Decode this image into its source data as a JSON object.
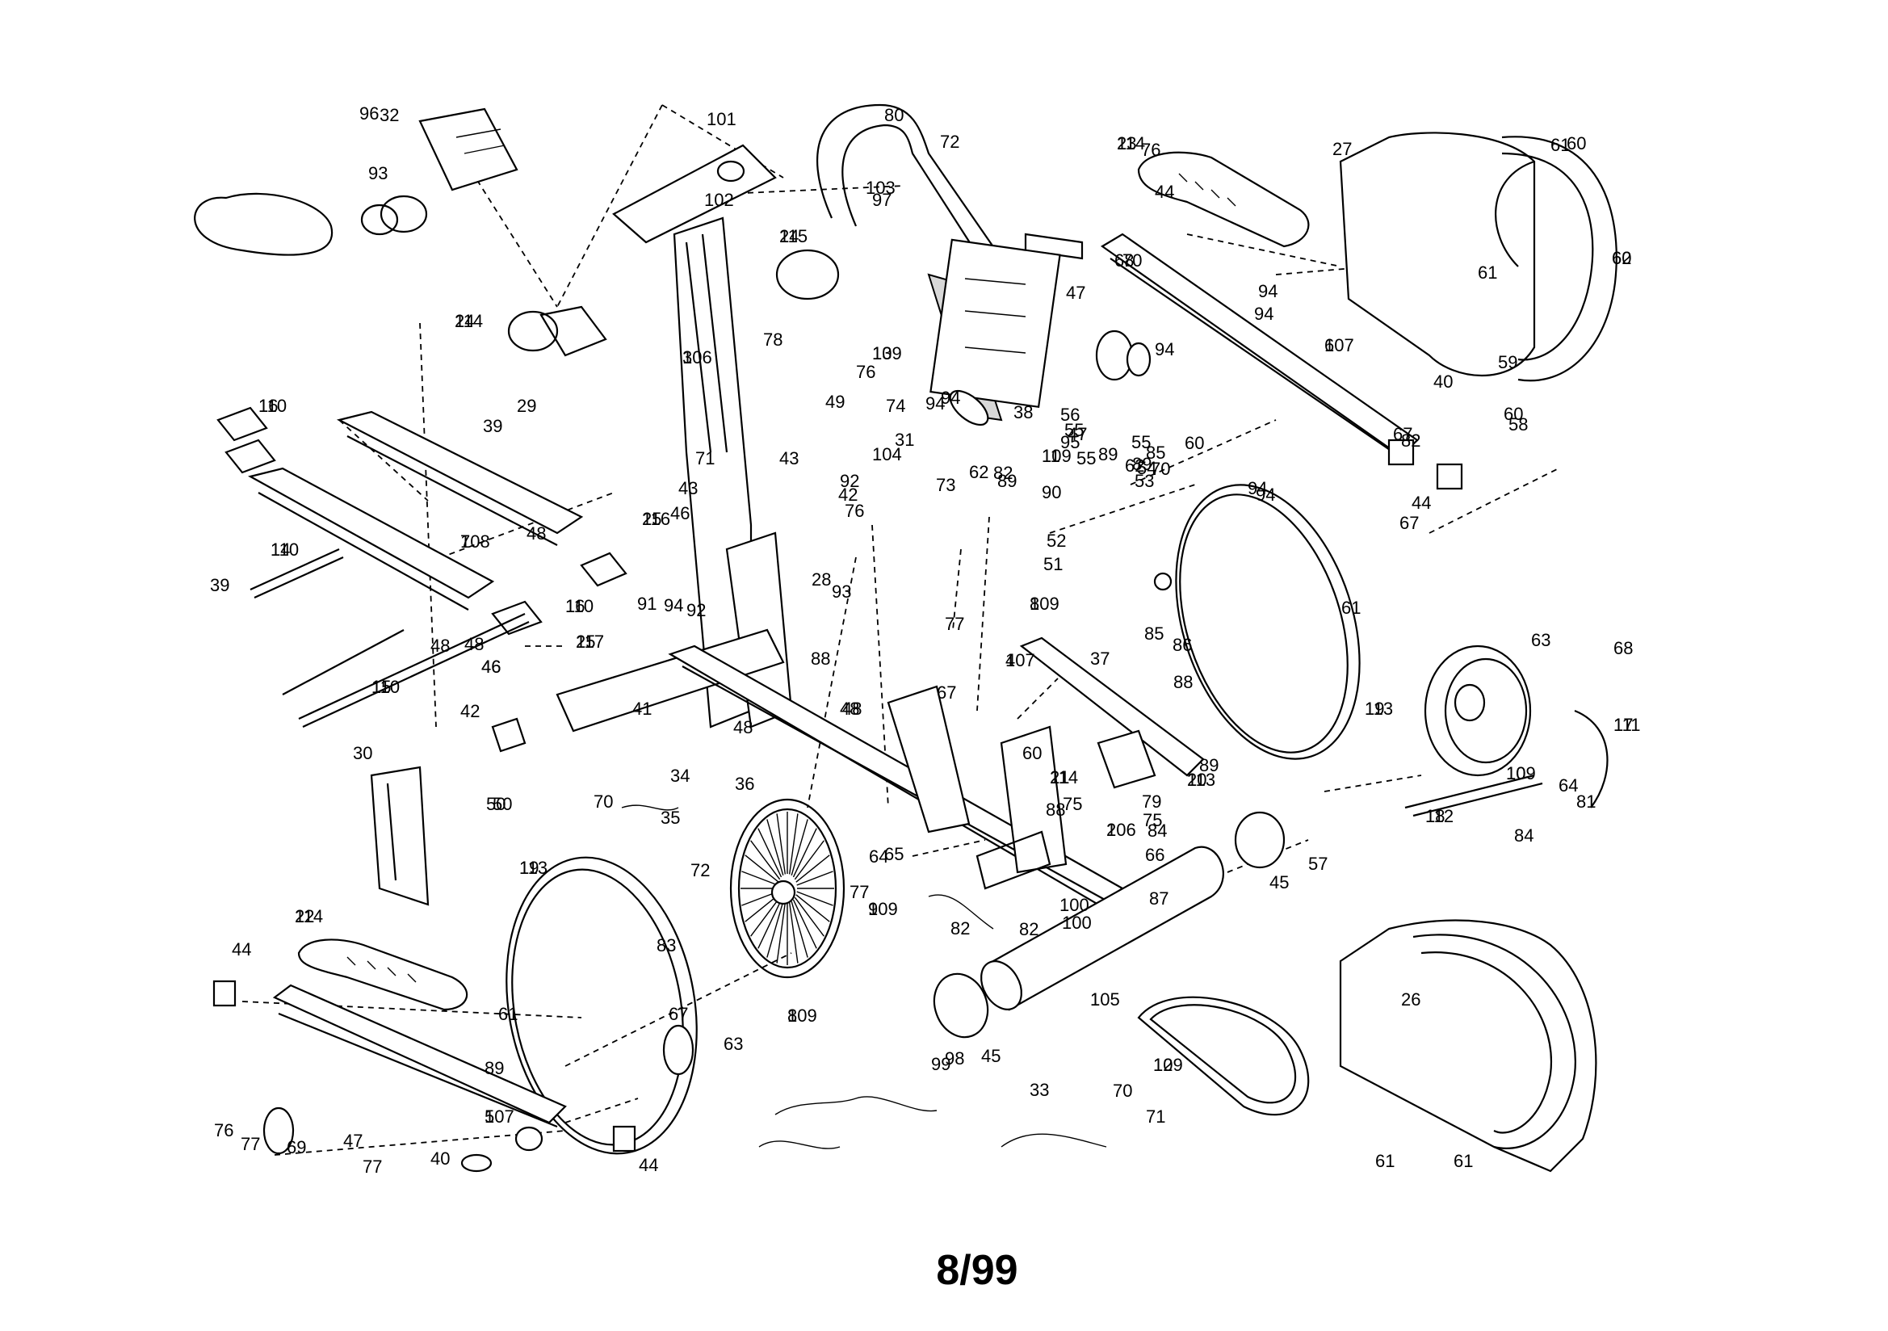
{
  "footer": "8/99",
  "labels": [
    "1",
    "2",
    "3",
    "4",
    "5",
    "6",
    "7",
    "8",
    "8",
    "9",
    "10",
    "11",
    "12",
    "13",
    "14",
    "15",
    "16",
    "16",
    "17",
    "18",
    "19",
    "19",
    "20",
    "21",
    "22",
    "23",
    "24",
    "24",
    "25",
    "25",
    "26",
    "27",
    "28",
    "29",
    "30",
    "31",
    "32",
    "33",
    "34",
    "35",
    "36",
    "37",
    "38",
    "39",
    "39",
    "40",
    "40",
    "41",
    "42",
    "42",
    "43",
    "43",
    "44",
    "44",
    "44",
    "44",
    "45",
    "45",
    "46",
    "46",
    "46",
    "47",
    "47",
    "47",
    "48",
    "48",
    "48",
    "48",
    "48",
    "48",
    "49",
    "50",
    "50",
    "51",
    "52",
    "53",
    "54",
    "55",
    "55",
    "55",
    "56",
    "57",
    "58",
    "59",
    "60",
    "60",
    "60",
    "60",
    "60",
    "61",
    "61",
    "61",
    "61",
    "61",
    "61",
    "62",
    "62",
    "62",
    "63",
    "63",
    "64",
    "64",
    "65",
    "66",
    "67",
    "67",
    "67",
    "67",
    "68",
    "68",
    "69",
    "70",
    "70",
    "70",
    "70",
    "71",
    "71",
    "72",
    "72",
    "73",
    "74",
    "75",
    "75",
    "76",
    "76",
    "76",
    "76",
    "77",
    "77",
    "77",
    "77",
    "78",
    "79",
    "80",
    "81",
    "82",
    "82",
    "82",
    "82",
    "83",
    "84",
    "84",
    "85",
    "85",
    "86",
    "87",
    "88",
    "88",
    "88",
    "89",
    "89",
    "89",
    "89",
    "89",
    "90",
    "91",
    "92",
    "92",
    "93",
    "93",
    "94",
    "94",
    "94",
    "94",
    "94",
    "94",
    "94",
    "94",
    "95",
    "96",
    "97",
    "98",
    "99",
    "100",
    "100",
    "101",
    "102",
    "103",
    "104",
    "105",
    "106",
    "106",
    "107",
    "107",
    "107",
    "108",
    "109",
    "109",
    "109",
    "109",
    "109",
    "109",
    "109",
    "110",
    "110",
    "110",
    "110",
    "111",
    "112",
    "113",
    "113",
    "113",
    "114",
    "114",
    "114",
    "114",
    "115",
    "116",
    "117"
  ]
}
